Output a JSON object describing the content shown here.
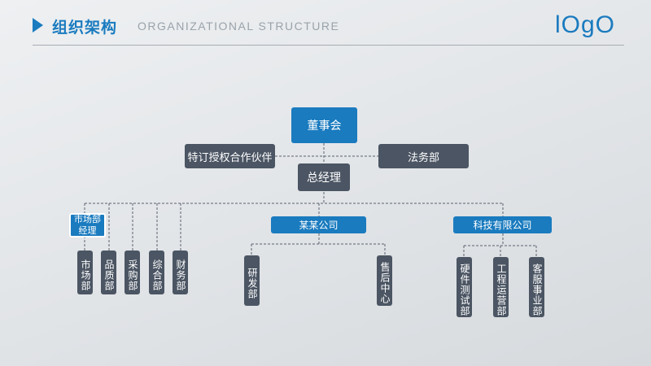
{
  "header": {
    "title_cn": "组织架构",
    "title_en": "ORGANIZATIONAL STRUCTURE",
    "logo": "lOgO"
  },
  "org": {
    "board": "董事会",
    "partner": "特订授权合作伙伴",
    "legal": "法务部",
    "gm": "总经理",
    "market_manager_line1": "市场部",
    "market_manager_line2": "经理",
    "company_a": "某某公司",
    "company_b": "科技有限公司",
    "departments": {
      "market": "市场部",
      "quality": "品质部",
      "purchase": "采购部",
      "general": "综合部",
      "finance": "财务部",
      "rnd": "研发部",
      "aftersales": "售后中心",
      "hardware": "硬件测试部",
      "engineering": "工程运营部",
      "service": "客服事业部"
    },
    "colors": {
      "accent": "#1a7bbf",
      "dark": "#4b5563"
    }
  }
}
